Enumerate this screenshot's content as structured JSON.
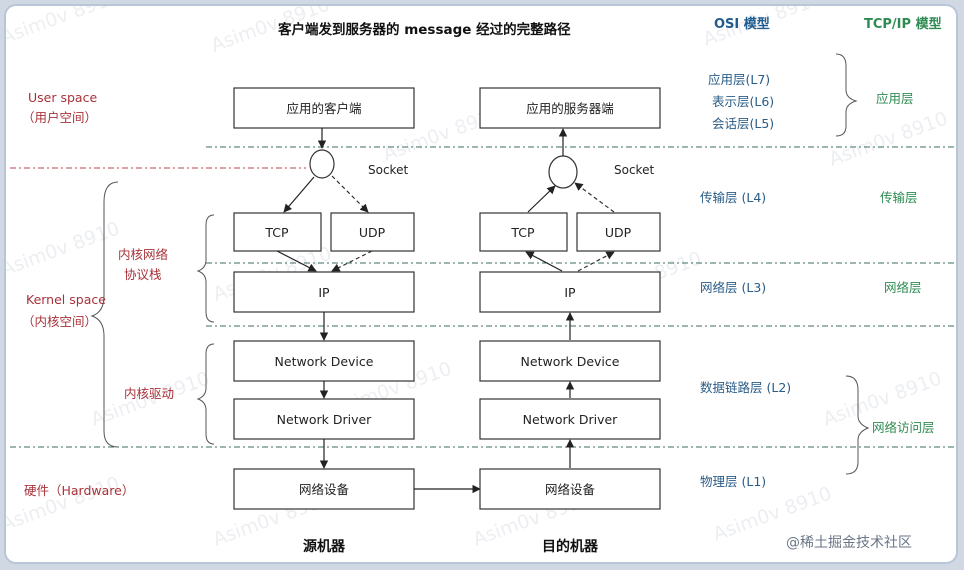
{
  "title": "客户端发到服务器的 message 经过的完整路径",
  "headers": {
    "osi": "OSI 模型",
    "tcpip": "TCP/IP 模型"
  },
  "left_labels": {
    "user_space": "User space",
    "user_space_cn": "（用户空间）",
    "kernel_space": "Kernel space",
    "kernel_space_cn": "（内核空间）",
    "stack_line1": "内核网络",
    "stack_line2": "协议栈",
    "driver": "内核驱动",
    "hardware": "硬件（Hardware）"
  },
  "source": {
    "app": "应用的客户端",
    "socket": "Socket",
    "tcp": "TCP",
    "udp": "UDP",
    "ip": "IP",
    "device": "Network Device",
    "driver": "Network Driver",
    "hw": "网络设备",
    "label": "源机器"
  },
  "dest": {
    "app": "应用的服务器端",
    "socket": "Socket",
    "tcp": "TCP",
    "udp": "UDP",
    "ip": "IP",
    "device": "Network Device",
    "driver": "Network Driver",
    "hw": "网络设备",
    "label": "目的机器"
  },
  "osi_layers": {
    "l7": "应用层(L7)",
    "l6": "表示层(L6)",
    "l5": "会话层(L5)",
    "l4": "传输层 (L4)",
    "l3": "网络层 (L3)",
    "l2": "数据链路层 (L2)",
    "l1": "物理层 (L1)"
  },
  "tcpip_layers": {
    "app": "应用层",
    "transport": "传输层",
    "network": "网络层",
    "access": "网络访问层"
  },
  "watermark": "Asim0v 8910",
  "credit": "@稀土掘金技术社区",
  "colors": {
    "red": "#a8323a",
    "blue": "#2a5c86",
    "green": "#2e8b52",
    "separator": "#3d6b63"
  }
}
